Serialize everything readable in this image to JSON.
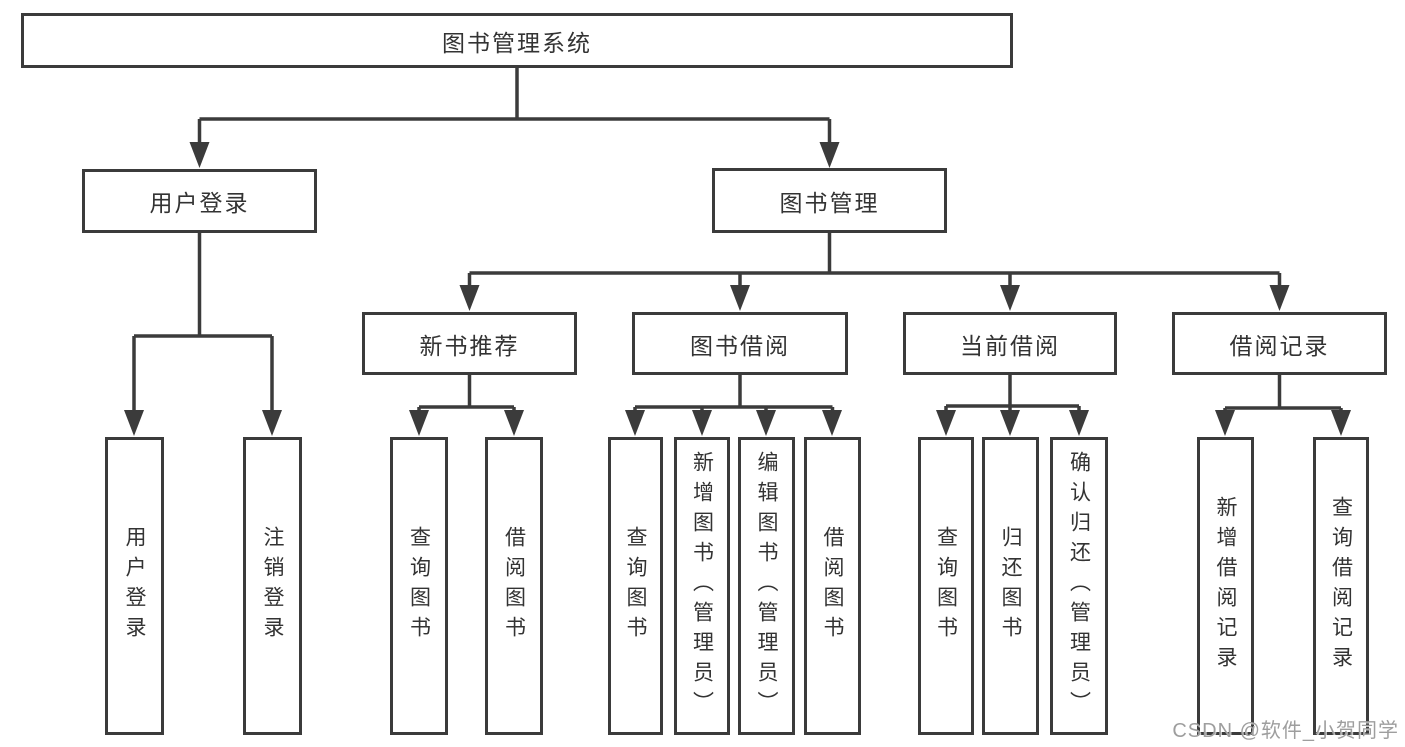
{
  "diagram": {
    "root": "图书管理系统",
    "l2": [
      "用户登录",
      "图书管理"
    ],
    "l3": [
      "新书推荐",
      "图书借阅",
      "当前借阅",
      "借阅记录"
    ],
    "leaves_login": [
      "用户登录",
      "注销登录"
    ],
    "leaves_recommend": [
      "查询图书",
      "借阅图书"
    ],
    "leaves_borrow": [
      "查询图书",
      "新增图书（管理员）",
      "编辑图书（管理员）",
      "借阅图书"
    ],
    "leaves_current": [
      "查询图书",
      "归还图书",
      "确认归还（管理员）"
    ],
    "leaves_record": [
      "新增借阅记录",
      "查询借阅记录"
    ]
  },
  "watermark": "CSDN @软件_小贺同学",
  "colors": {
    "line": "#3b3b3b",
    "text": "#333333",
    "watermark": "#9e9e9e",
    "background": "#ffffff"
  }
}
